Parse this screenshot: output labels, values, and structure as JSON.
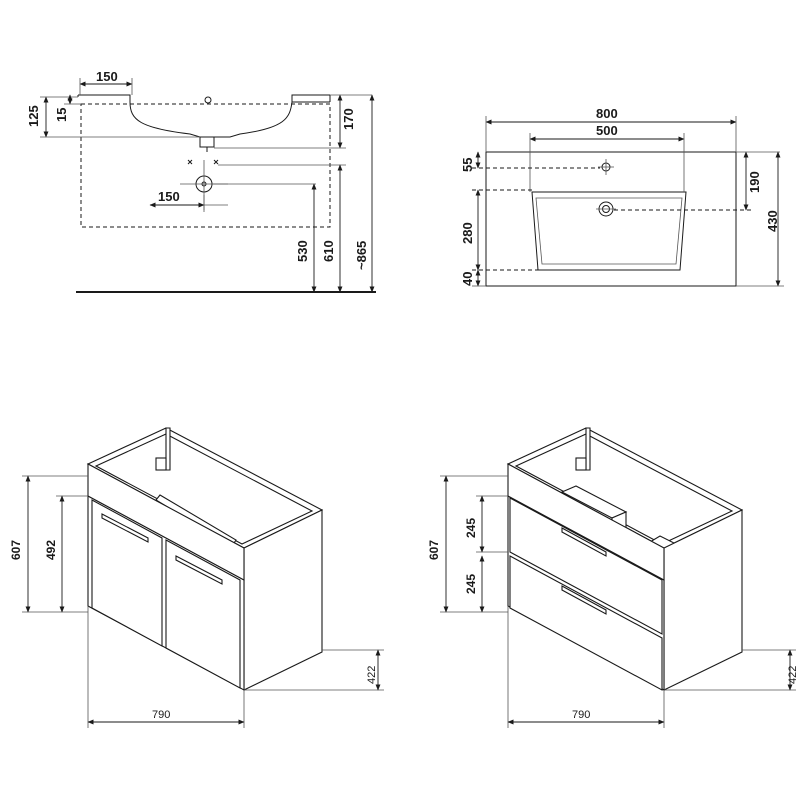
{
  "side_view": {
    "labels": {
      "d150_top": "150",
      "d125": "125",
      "d15": "15",
      "d170": "170",
      "d150_drain": "150",
      "d530": "530",
      "d610": "610",
      "d865": "~865"
    }
  },
  "top_view": {
    "labels": {
      "d800": "800",
      "d500": "500",
      "d55": "55",
      "d190": "190",
      "d430": "430",
      "d280": "280",
      "d40": "40"
    }
  },
  "cabinet_doors": {
    "labels": {
      "h607": "607",
      "h492": "492",
      "w790": "790",
      "d422": "422"
    }
  },
  "cabinet_drawers": {
    "labels": {
      "h607": "607",
      "h245a": "245",
      "h245b": "245",
      "w790": "790",
      "d422": "422"
    }
  }
}
